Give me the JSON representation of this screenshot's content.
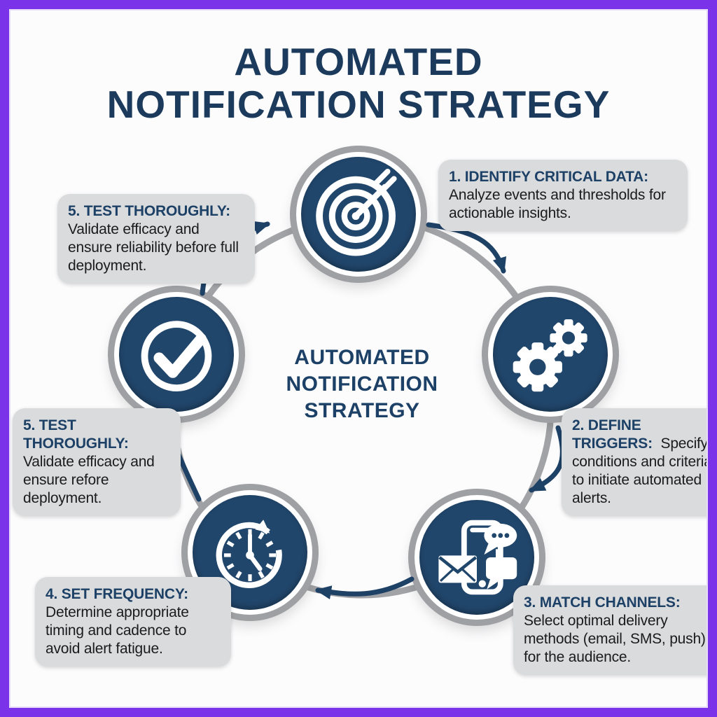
{
  "colors": {
    "frame_purple": "#7B33EA",
    "navy_text": "#1B3A5C",
    "circle_navy": "#21466B",
    "ring_gray": "#A2A3A6",
    "callout_bg": "#DADBDD",
    "body_text": "#1B1B1D",
    "background": "#FCFCFD"
  },
  "title": {
    "lines": [
      "AUTOMATED",
      "NOTIFICATION STRATEGY"
    ]
  },
  "center_label": {
    "lines": [
      "AUTOMATED",
      "NOTIFICATION",
      "STRATEGY"
    ]
  },
  "callouts": {
    "step1": {
      "label": "1. IDENTIFY CRITICAL DATA:",
      "body": "Analyze events and thresholds for actionable insights."
    },
    "step2": {
      "label": "2. DEFINE TRIGGERS:",
      "body": "Specify conditions and criteria to initiate automated alerts."
    },
    "step3": {
      "label": "3. MATCH CHANNELS:",
      "body": "Select optimal delivery methods (email, SMS, push) for the audience."
    },
    "step4": {
      "label": "4. SET FREQUENCY:",
      "body": "Determine appropriate timing and cadence to avoid alert fatigue."
    },
    "step5_side": {
      "label": "5. TEST THOROUGHLY:",
      "body": "Validate efficacy and ensure refore deployment."
    },
    "step5_top": {
      "label": "5. TEST THOROUGHLY:",
      "body": "Validate efficacy and ensure reliability before full deployment."
    }
  },
  "icons": {
    "step1": "target-bullseye-arrow",
    "step2": "gears",
    "step3": "smartphone-email-sms-push",
    "step4": "clock-refresh",
    "step5": "checkmark-circle"
  }
}
